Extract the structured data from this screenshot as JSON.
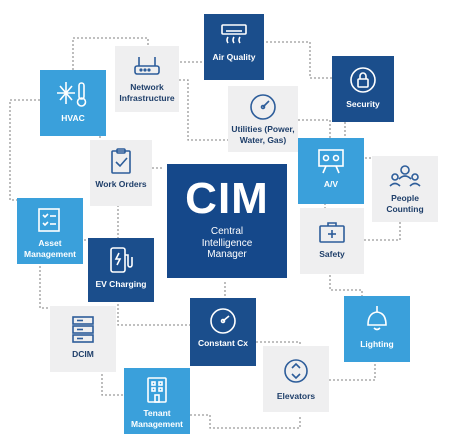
{
  "center": {
    "title": "CIM",
    "subtitle_lines": [
      "Central",
      "Intelligence",
      "Manager"
    ]
  },
  "tiles": {
    "air_quality": "Air Quality",
    "network_infrastructure": "Network Infrastructure",
    "security": "Security",
    "hvac": "HVAC",
    "utilities": "Utilities (Power, Water, Gas)",
    "av": "A/V",
    "people_counting": "People Counting",
    "work_orders": "Work Orders",
    "asset_management": "Asset Management",
    "ev_charging": "EV Charging",
    "safety": "Safety",
    "dcim": "DCIM",
    "constant_cx": "Constant Cx",
    "lighting": "Lighting",
    "elevators": "Elevators",
    "tenant_management": "Tenant Management"
  },
  "colors": {
    "navy": "#1b4e8c",
    "center": "#15488a",
    "blue": "#3aa0db",
    "gray_tile": "#efeff0",
    "connector": "#9a9a9a"
  }
}
